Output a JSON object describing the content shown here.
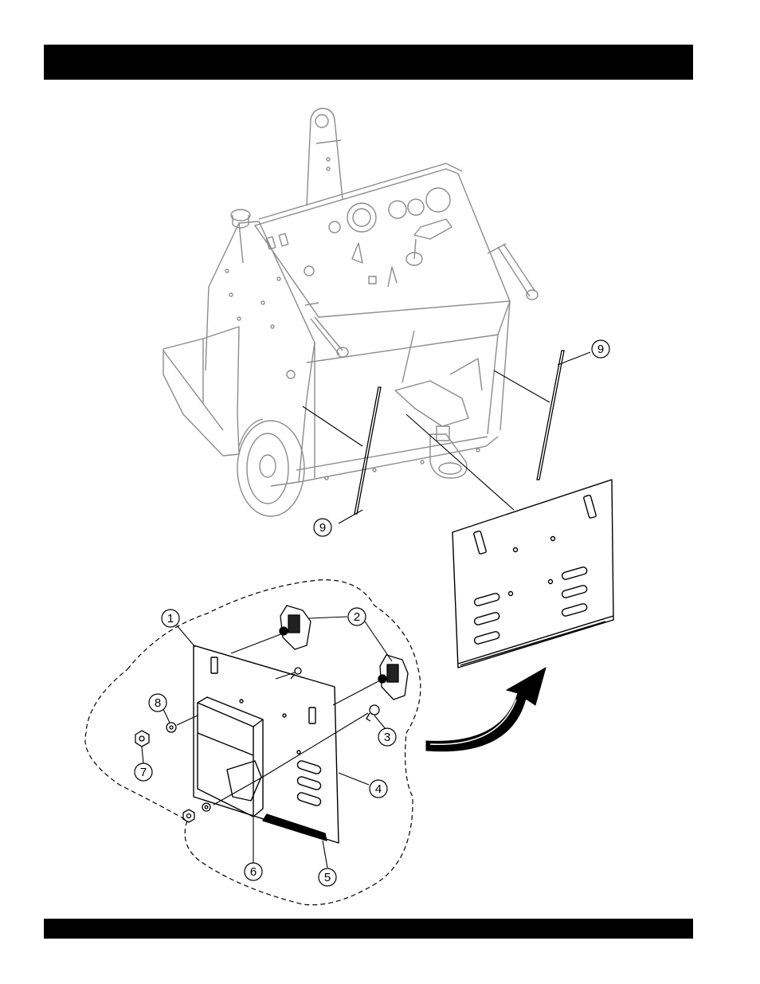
{
  "header": {
    "title": ""
  },
  "footer": {
    "text": ""
  },
  "callouts": {
    "c1": "1",
    "c2": "2",
    "c3": "3",
    "c4": "4",
    "c5": "5",
    "c6": "6",
    "c7": "7",
    "c8": "8",
    "c9a": "9",
    "c9b": "9"
  },
  "colors": {
    "header_bar": "#000000",
    "machine_line": "#8c8c8c",
    "part_line": "#000000",
    "label_line": "#000000"
  }
}
